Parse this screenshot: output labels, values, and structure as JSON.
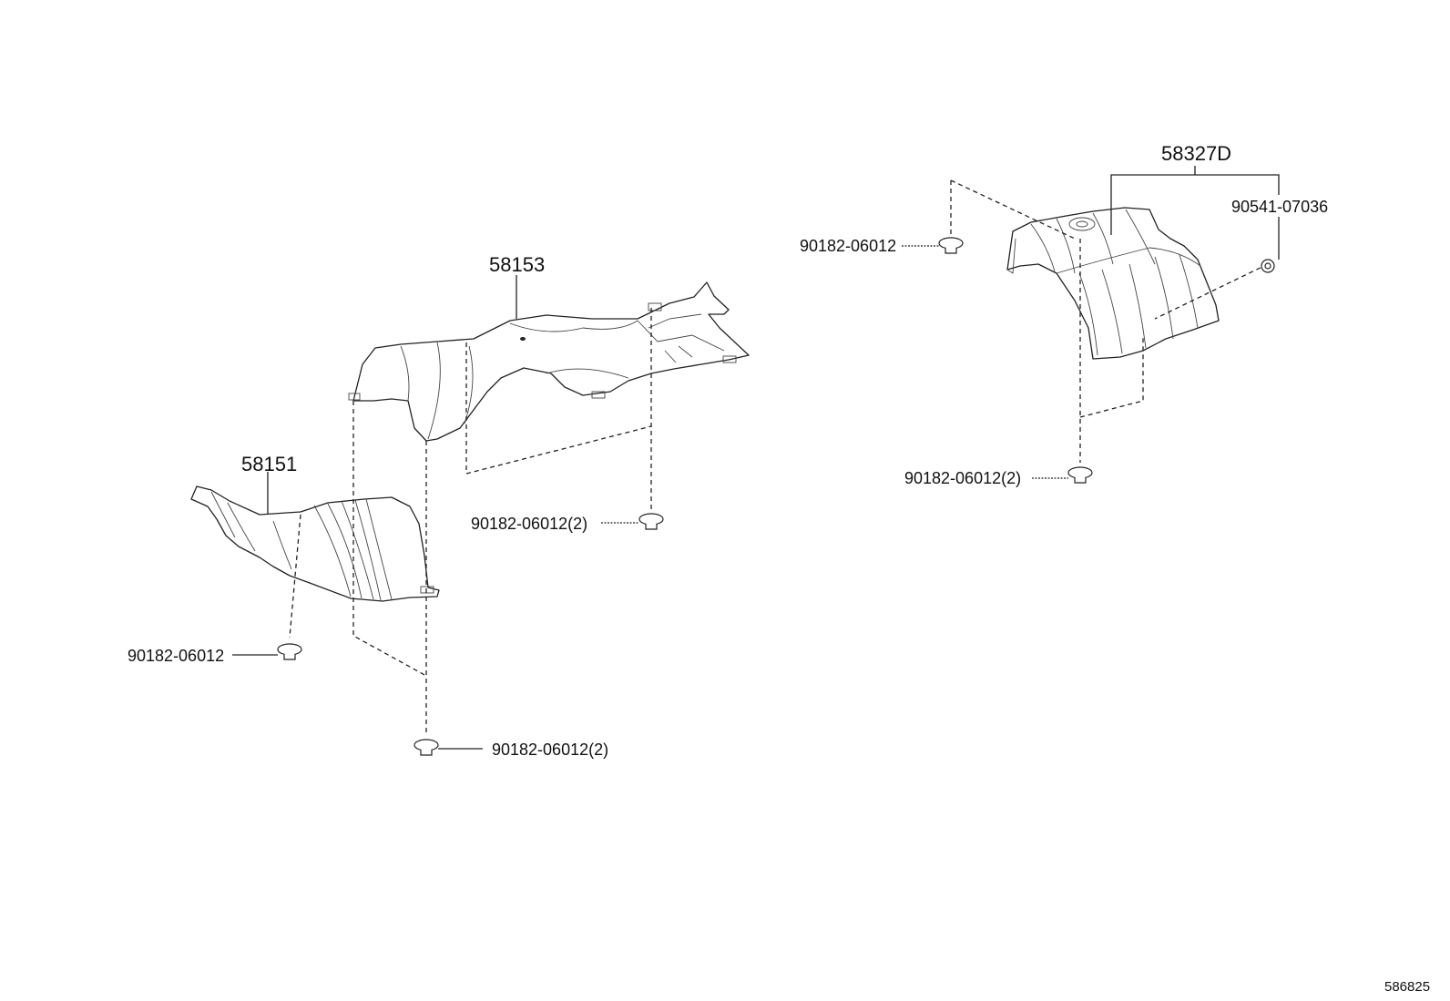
{
  "parts": {
    "p58153": "58153",
    "p58151": "58151",
    "p58327D": "58327D",
    "p90541": "90541-07036"
  },
  "fasteners": {
    "f_right_top": "90182-06012",
    "f_right_bottom": "90182-06012(2)",
    "f_mid": "90182-06012(2)",
    "f_left": "90182-06012",
    "f_bottom": "90182-06012(2)"
  },
  "diagram_ref": "586825"
}
